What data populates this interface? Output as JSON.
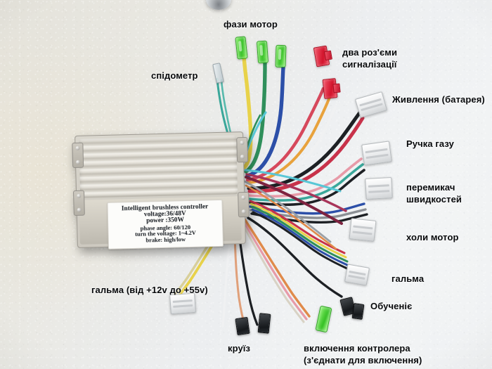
{
  "image": {
    "subject": "Intelligent brushless motor controller with labelled wiring harness",
    "background_color": "#ecedea"
  },
  "device": {
    "spec_label": {
      "line1": "Intelligent  brushless  controller",
      "line2": "voltage:36/48V",
      "line3": "power :350W",
      "line4": "phase angle:  60/120",
      "line5": "turn the voltage:  1~4.2V",
      "line6": "brake:  high/low"
    }
  },
  "annotations": [
    {
      "id": "phases",
      "text": "фази мотор"
    },
    {
      "id": "alarm",
      "text": "два роз'єми\nсигналізації"
    },
    {
      "id": "speedometer",
      "text": "спідометр"
    },
    {
      "id": "power",
      "text": "Живлення (батарея)"
    },
    {
      "id": "throttle",
      "text": "Ручка газу"
    },
    {
      "id": "speed-switch",
      "text": "перемикач\nшвидкостей"
    },
    {
      "id": "hall",
      "text": "холи мотор"
    },
    {
      "id": "brakes",
      "text": "гальма"
    },
    {
      "id": "learning",
      "text": "Обученіє"
    },
    {
      "id": "brakes-volt",
      "text": "гальма (від +12v до +55v)"
    },
    {
      "id": "cruise",
      "text": "круїз"
    },
    {
      "id": "ignition",
      "text": "включення контролера\n(з'єднати для включення)"
    }
  ],
  "connectors": {
    "phase_bullets": {
      "count": 3,
      "color": "#3ec728",
      "label": "green bullet connectors"
    },
    "alarm_pair": {
      "count": 2,
      "color": "#d2142c",
      "label": "red connectors"
    },
    "white_jst": {
      "count": 6,
      "color": "#ffffff",
      "label": "white JST connectors"
    },
    "black_small": {
      "count": 4,
      "color": "#1a1d20",
      "label": "black connectors"
    },
    "ignition_green": {
      "count": 1,
      "color": "#2fbf1e",
      "label": "green ignition connector"
    },
    "speedo_clear": {
      "count": 1,
      "color": "#cdd6da",
      "label": "clear connector"
    }
  },
  "wire_colors": {
    "yellow": "#e8d24a",
    "green": "#2f8f5b",
    "blue": "#2c4fa8",
    "teal": "#3aa79a",
    "red": "#c8324a",
    "maroon": "#7e2340",
    "black": "#1d2024",
    "white": "#f2f4f5",
    "pink": "#e79aa8",
    "orange": "#e08a4a",
    "gray": "#9aa0a6",
    "cyan": "#58c7d6"
  }
}
